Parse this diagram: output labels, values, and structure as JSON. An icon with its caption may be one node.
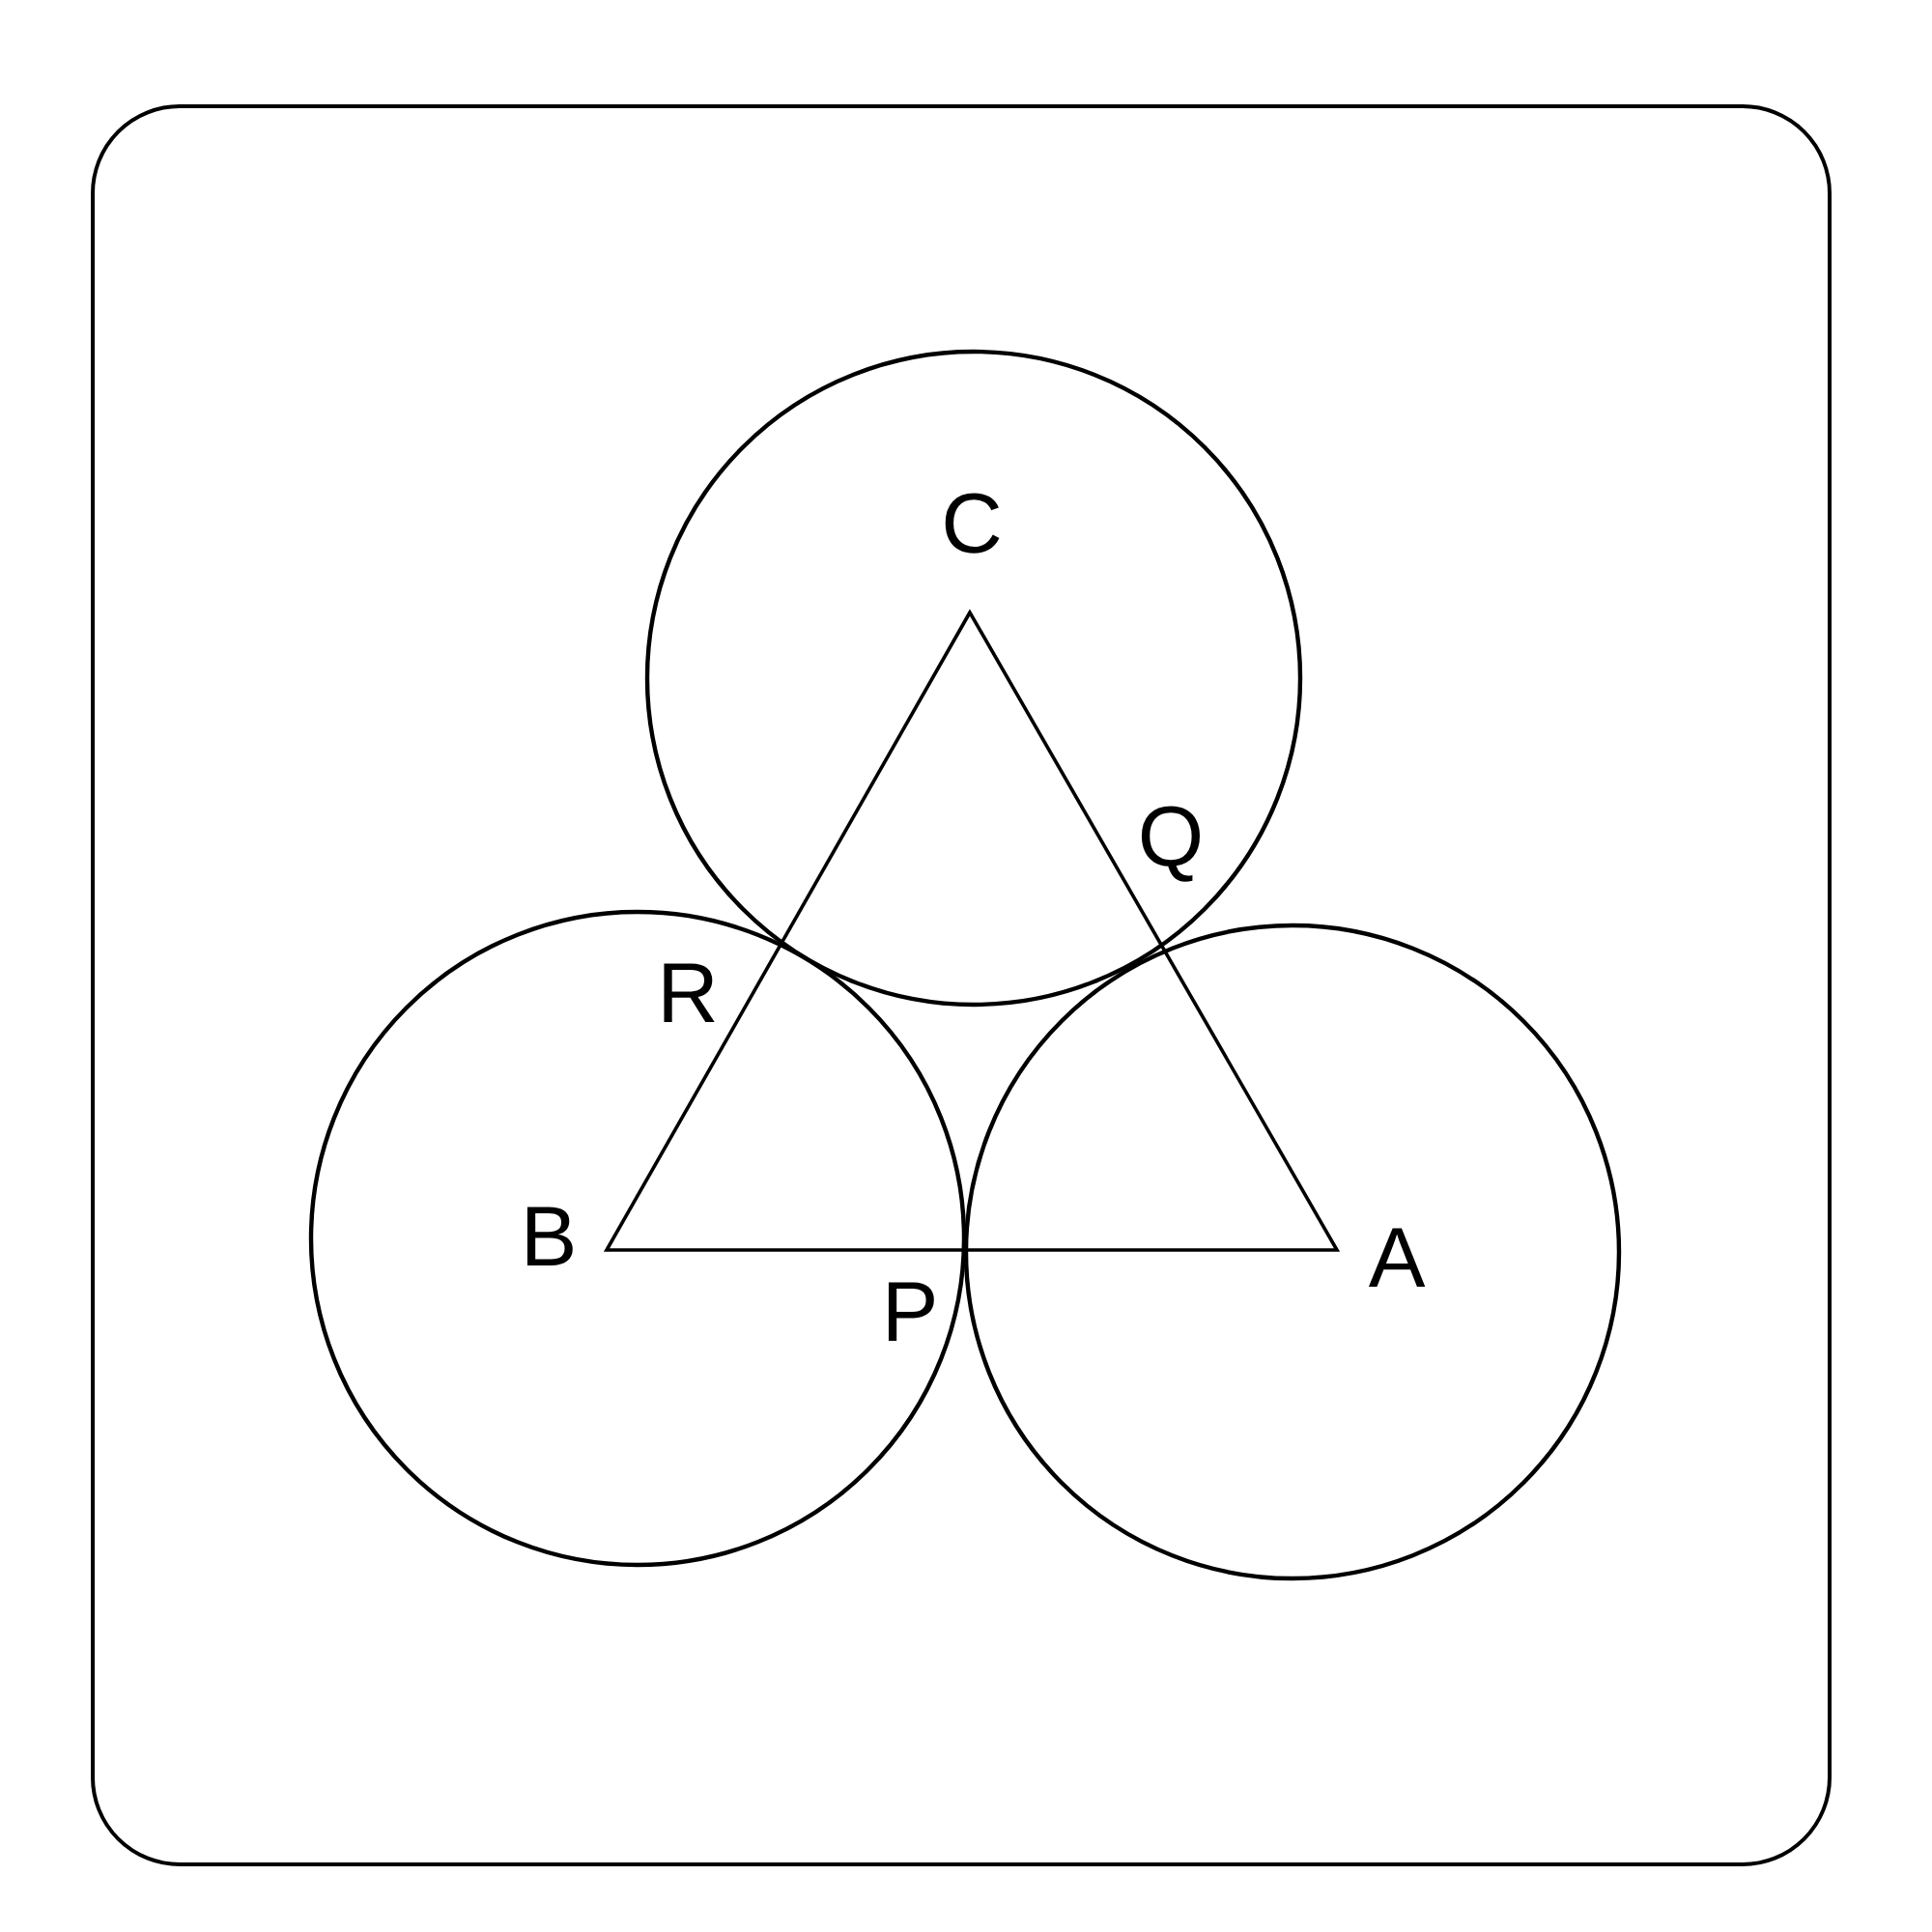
{
  "diagram": {
    "labels": [
      "C",
      "Q",
      "R",
      "B",
      "P",
      "A"
    ]
  }
}
